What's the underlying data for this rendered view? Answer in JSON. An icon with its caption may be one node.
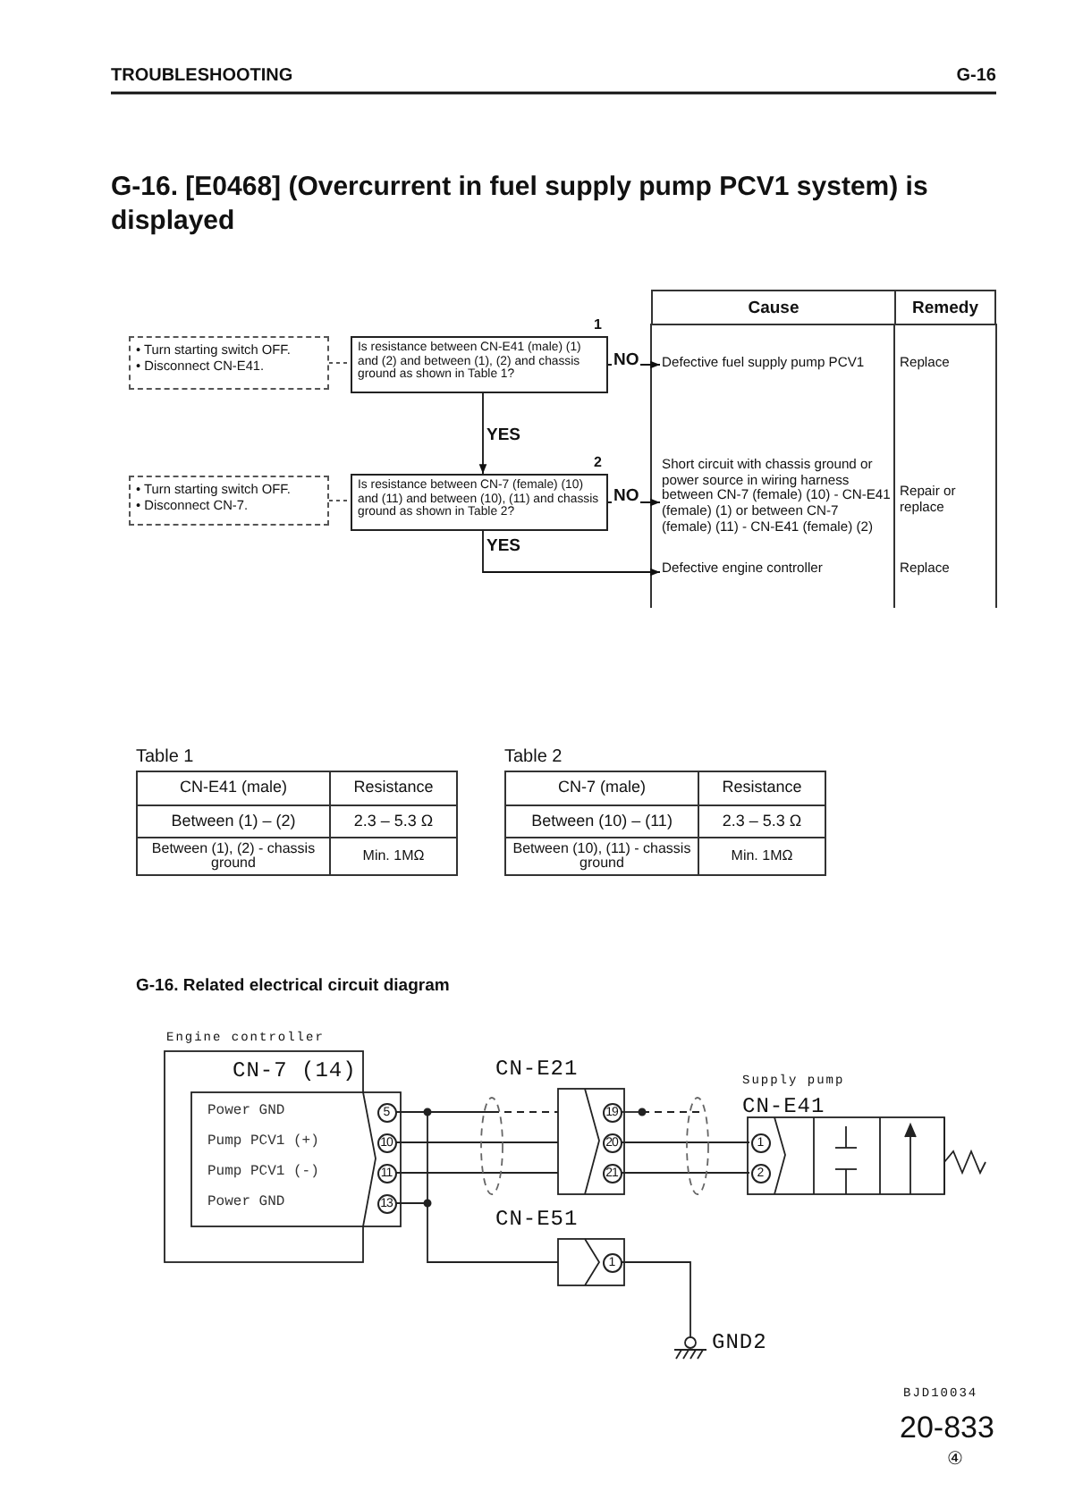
{
  "diagram": {
    "title": "G-16. [E0468] (Overcurrent in fuel supply pump PCV1 system) is displayed",
    "nodes": [
      {
        "text": [
          "• Turn starting switch OFF.",
          "• Disconnect CN-E41."
        ]
      },
      {
        "text": [
          "Is resistance between CN-E41 (male) (1) and (2) and between (1), (2) and chassis ground as shown in Table 1?"
        ],
        "beside": [
          "1"
        ]
      },
      {
        "text": [
          "• Turn starting switch OFF.",
          "• Disconnect CN-7."
        ]
      },
      {
        "text": [
          "Is resistance between CN-7 (female) (10) and (11) and between (10), (11) and chassis ground as shown in Table 2?"
        ],
        "beside": [
          "2"
        ]
      },
      {
        "text": [
          "Defective fuel supply pump PCV1"
        ]
      },
      {
        "text": [
          "Short circuit with chassis ground or power source in wiring harness between CN-7 (female) (10) - CN-E41 (female) (1) or between CN-7 (female) (11) - CN-E41 (female) (2)"
        ]
      },
      {
        "text": [
          "Defective engine controller"
        ]
      }
    ],
    "edges": [
      {
        "from": 0,
        "to": 1,
        "arrow": "none",
        "style": "dashed"
      },
      {
        "from": 1,
        "to": 4,
        "arrow": "to",
        "label": "NO"
      },
      {
        "from": 1,
        "to": 3,
        "arrow": "to",
        "label": "YES"
      },
      {
        "from": 2,
        "to": 3,
        "arrow": "none",
        "style": "dashed"
      },
      {
        "from": 3,
        "to": 5,
        "arrow": "to",
        "label": "NO"
      },
      {
        "from": 3,
        "to": 6,
        "arrow": "to",
        "label": "YES"
      }
    ],
    "labels": [
      "TROUBLESHOOTING",
      "G-16",
      "Cause",
      "Remedy",
      "Replace",
      "Repair or replace",
      "Replace",
      "Table 1",
      "CN-E41 (male)",
      "Resistance",
      "Between (1) – (2)",
      "2.3 – 5.3 Ω",
      "Between (1), (2) - chassis ground",
      "Min. 1MΩ",
      "Table 2",
      "CN-7 (male)",
      "Resistance",
      "Between (10) – (11)",
      "2.3 – 5.3 Ω",
      "Between (10), (11) - chassis ground",
      "Min. 1MΩ",
      "G-16. Related electrical circuit diagram",
      "Engine controller",
      "CN-7 (14)",
      "Power GND",
      "Pump PCV1 (+)",
      "Pump PCV1 (-)",
      "Power GND",
      "5",
      "10",
      "11",
      "13",
      "CN-E21",
      "19",
      "20",
      "21",
      "Supply pump",
      "CN-E41",
      "1",
      "2",
      "CN-E51",
      "1",
      "GND2",
      "BJD10034",
      "20-833",
      "④"
    ]
  }
}
